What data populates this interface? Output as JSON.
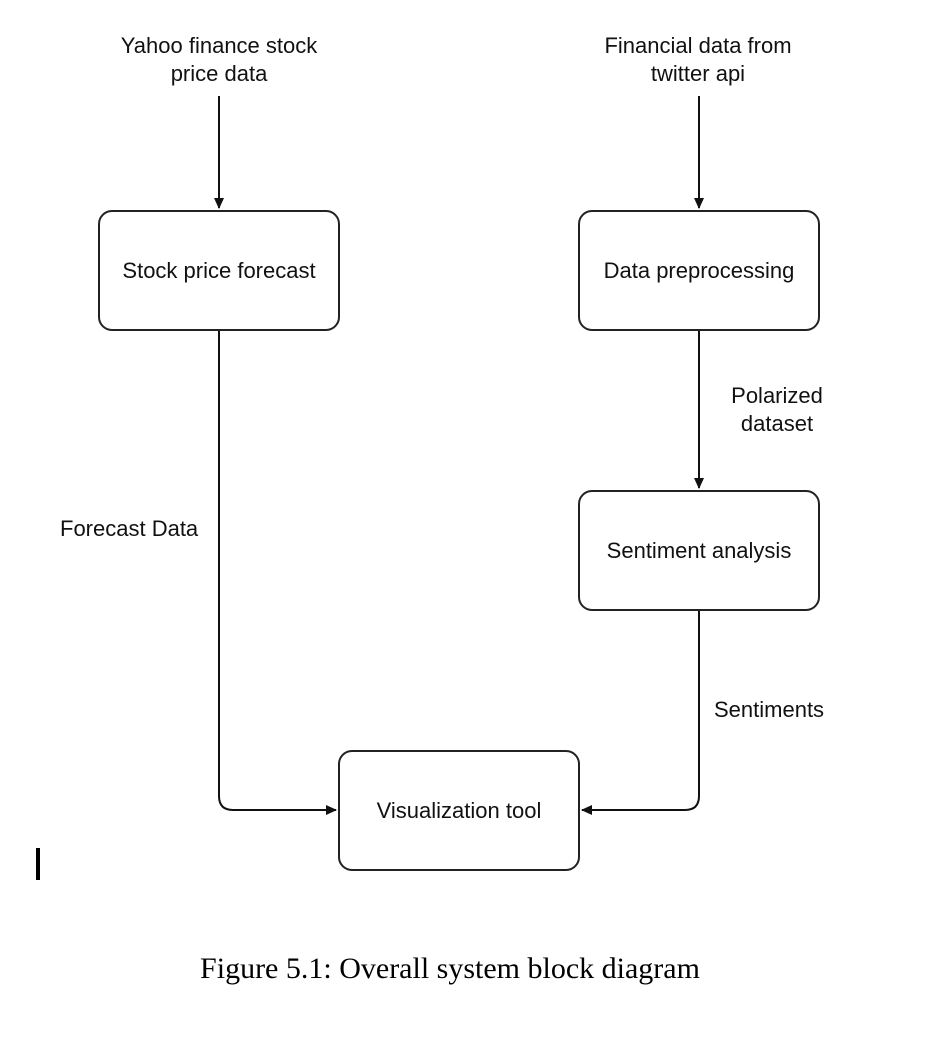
{
  "diagram": {
    "sources": {
      "yahoo_line1": "Yahoo finance stock",
      "yahoo_line2": "price data",
      "twitter_line1": "Financial data from",
      "twitter_line2": "twitter api"
    },
    "nodes": {
      "stock_forecast": "Stock price forecast",
      "data_preprocessing": "Data preprocessing",
      "sentiment_analysis": "Sentiment analysis",
      "visualization_tool": "Visualization tool"
    },
    "edge_labels": {
      "forecast_data": "Forecast Data",
      "polarized_line1": "Polarized",
      "polarized_line2": "dataset",
      "sentiments": "Sentiments"
    },
    "caption": "Figure 5.1: Overall system block diagram"
  },
  "colors": {
    "stroke": "#222222",
    "text": "#111111",
    "background": "#ffffff"
  }
}
